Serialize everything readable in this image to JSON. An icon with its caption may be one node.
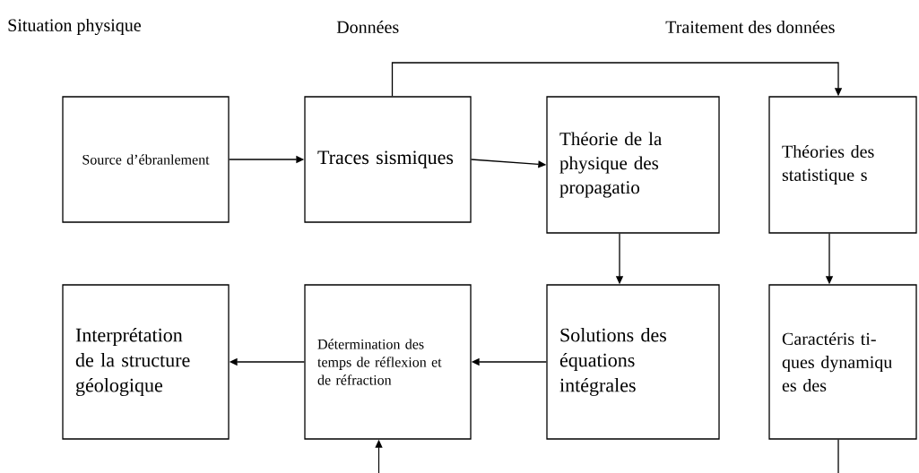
{
  "diagram": {
    "nodes": [
      {
        "text": [
          "Source d’ébranlement"
        ]
      },
      {
        "text": [
          "Traces sismiques"
        ]
      },
      {
        "text": [
          "Théorie de la physique des propagatio"
        ]
      },
      {
        "text": [
          "Théories des statistique s"
        ]
      },
      {
        "text": [
          "Interprétation de la structure géologique"
        ]
      },
      {
        "text": [
          "Détermination des temps de réflexion et de réfraction"
        ]
      },
      {
        "text": [
          "Solutions des équations intégrales"
        ]
      },
      {
        "text": [
          "Caractéris ti-ques dynamiqu es des"
        ]
      }
    ],
    "edges": [
      {
        "from": 0,
        "to": 1,
        "arrow": "to"
      },
      {
        "from": 1,
        "to": 2,
        "arrow": "to"
      },
      {
        "from": 1,
        "to": 3,
        "arrow": "to"
      },
      {
        "from": 2,
        "to": 6,
        "arrow": "to"
      },
      {
        "from": 3,
        "to": 7,
        "arrow": "to"
      },
      {
        "from": 6,
        "to": 5,
        "arrow": "to"
      },
      {
        "from": 5,
        "to": 4,
        "arrow": "to"
      },
      {
        "from": null,
        "to": 5,
        "arrow": "to"
      },
      {
        "from": 7,
        "to": null,
        "arrow": "none"
      }
    ],
    "labels": [
      "Situation physique",
      "Données",
      "Traitement des données"
    ]
  }
}
